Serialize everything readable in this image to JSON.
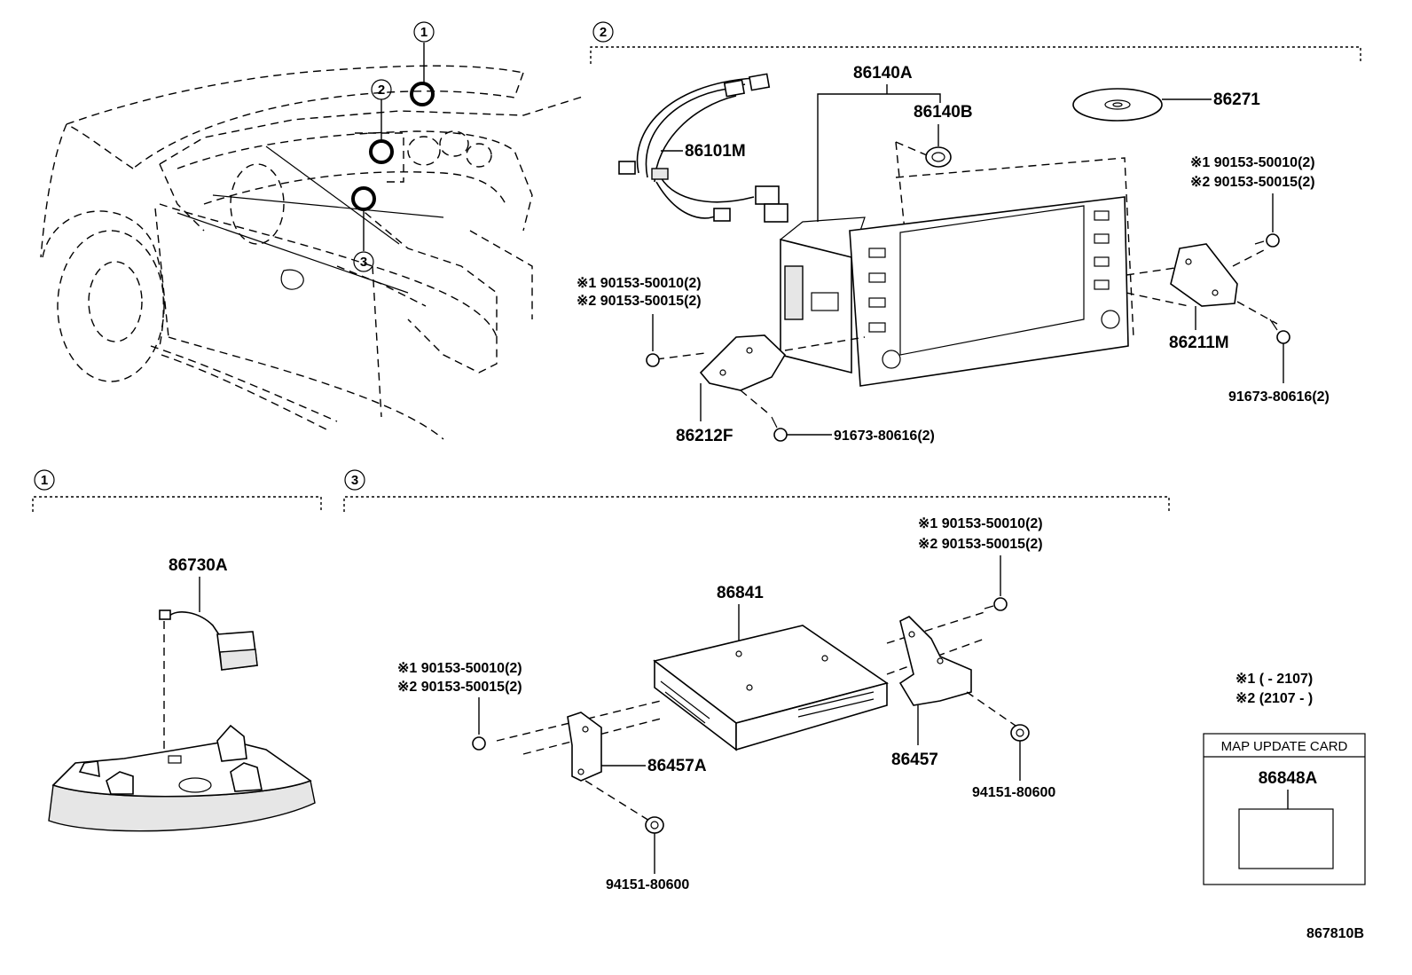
{
  "callouts": {
    "c1": "1",
    "c2": "2",
    "c3": "3"
  },
  "section2": {
    "harness": "86101M",
    "display_unit": "86140A",
    "knob": "86140B",
    "disc": "86271",
    "bracket_right": "86211M",
    "bracket_left": "86212F",
    "screw_right_1": "※1 90153-50010(2)",
    "screw_right_2": "※2 90153-50015(2)",
    "screw_left_1": "※1 90153-50010(2)",
    "screw_left_2": "※2 90153-50015(2)",
    "bolt_right": "91673-80616(2)",
    "bolt_left": "91673-80616(2)"
  },
  "section1": {
    "microphone": "86730A"
  },
  "section3": {
    "receiver": "86841",
    "bracket_left": "86457A",
    "bracket_right": "86457",
    "screw_left_1": "※1 90153-50010(2)",
    "screw_left_2": "※2 90153-50015(2)",
    "screw_right_1": "※1 90153-50010(2)",
    "screw_right_2": "※2 90153-50015(2)",
    "nut_left": "94151-80600",
    "nut_right": "94151-80600"
  },
  "notes": {
    "note1": "※1 (      - 2107)",
    "note2": "※2 (2107 -      )"
  },
  "map_card": {
    "title": "MAP UPDATE CARD",
    "part": "86848A"
  },
  "figure_id": "867810B",
  "icons": {
    "callout_marker": "circle-number-icon",
    "screw": "screw-icon",
    "nut": "nut-icon"
  }
}
